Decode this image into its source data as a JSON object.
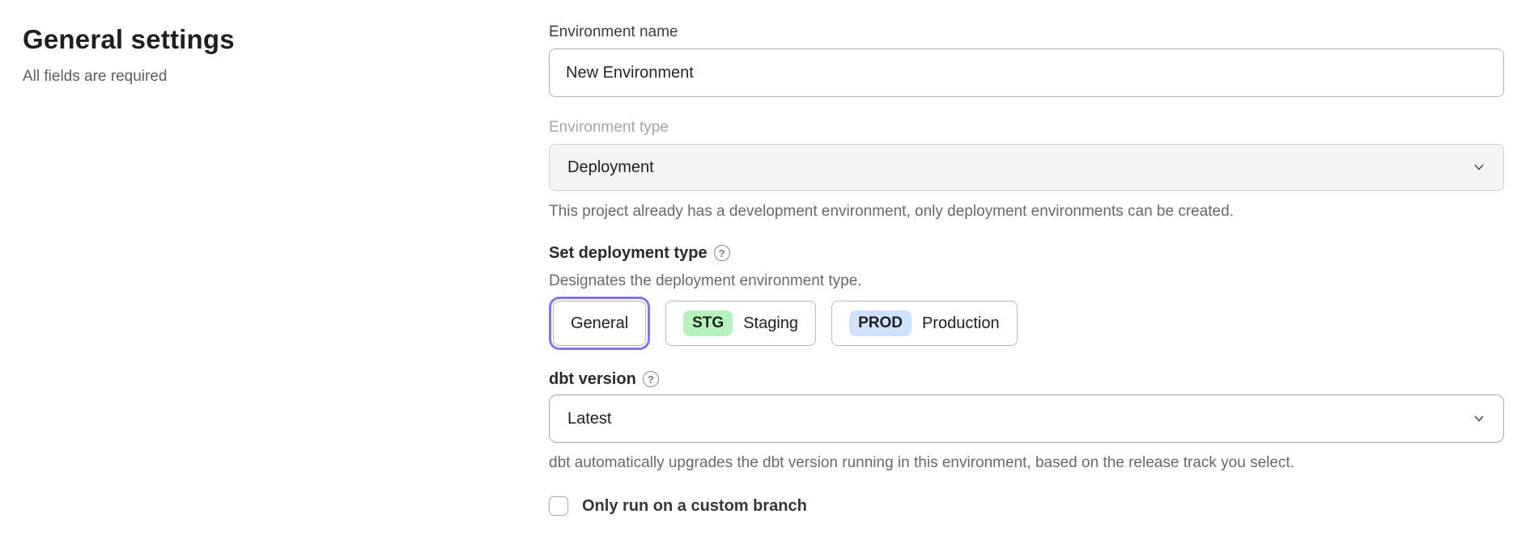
{
  "page": {
    "title": "General settings",
    "subtitle": "All fields are required"
  },
  "form": {
    "environment_name": {
      "label": "Environment name",
      "value": "New Environment"
    },
    "environment_type": {
      "label": "Environment type",
      "value": "Deployment",
      "disabled": true,
      "helper": "This project already has a development environment, only deployment environments can be created."
    },
    "deployment_type": {
      "label": "Set deployment type",
      "description": "Designates the deployment environment type.",
      "options": [
        {
          "label": "General",
          "badge": "",
          "selected": true
        },
        {
          "label": "Staging",
          "badge": "STG",
          "selected": false
        },
        {
          "label": "Production",
          "badge": "PROD",
          "selected": false
        }
      ]
    },
    "dbt_version": {
      "label": "dbt version",
      "value": "Latest",
      "helper": "dbt automatically upgrades the dbt version running in this environment, based on the release track you select."
    },
    "custom_branch": {
      "label": "Only run on a custom branch",
      "checked": false
    }
  },
  "icons": {
    "help": "?",
    "chevron_down": "chevron-down"
  },
  "colors": {
    "accent_ring": "#8273f0",
    "badge_staging_bg": "#b6f2c0",
    "badge_production_bg": "#cfe2fb",
    "disabled_field_bg": "#f5f5f5"
  }
}
